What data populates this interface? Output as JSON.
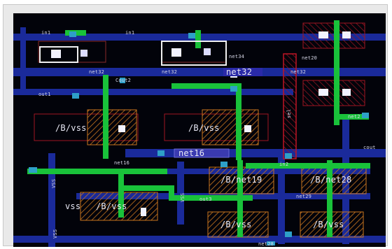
{
  "layout": {
    "colors": {
      "background": "#02030a",
      "metal1_blue": "#1a2a9a",
      "metal2_green": "#19c23a",
      "poly_red": "#b3101c",
      "diffusion_orange": "#c9751e",
      "contact_white": "#f2f2ff",
      "via_cyan": "#2ea0c8",
      "selection_white": "#f0f0f0"
    },
    "labels": {
      "in1_a": "in1",
      "in1_b": "in1",
      "net34": "net34",
      "net32_a": "net32",
      "net32_b": "net32",
      "net32_big": "net32",
      "net32_c": "net32",
      "cout2": "Cout2",
      "out1": "out1",
      "net2": "net2",
      "net20": "net20",
      "vss_left": "/B/vss",
      "vss_mid": "/B/vss",
      "net16_big": "net16",
      "net16_small": "net16",
      "vss_rot_1": "VSS",
      "net19": "/B/net19",
      "net28": "/B/net28",
      "vss_bottom_label": "vss",
      "vss_bottom_big": "/B/vss",
      "vss_rot_2": "VSS",
      "vss_rot_3": "VSS",
      "net29": "net29",
      "vss_b1": "/B/vss",
      "vss_b2": "/B/vss",
      "net28_bottom": "net28",
      "in2": "in2",
      "out3": "out3",
      "cout": "cout",
      "sel_label": "sel"
    }
  }
}
